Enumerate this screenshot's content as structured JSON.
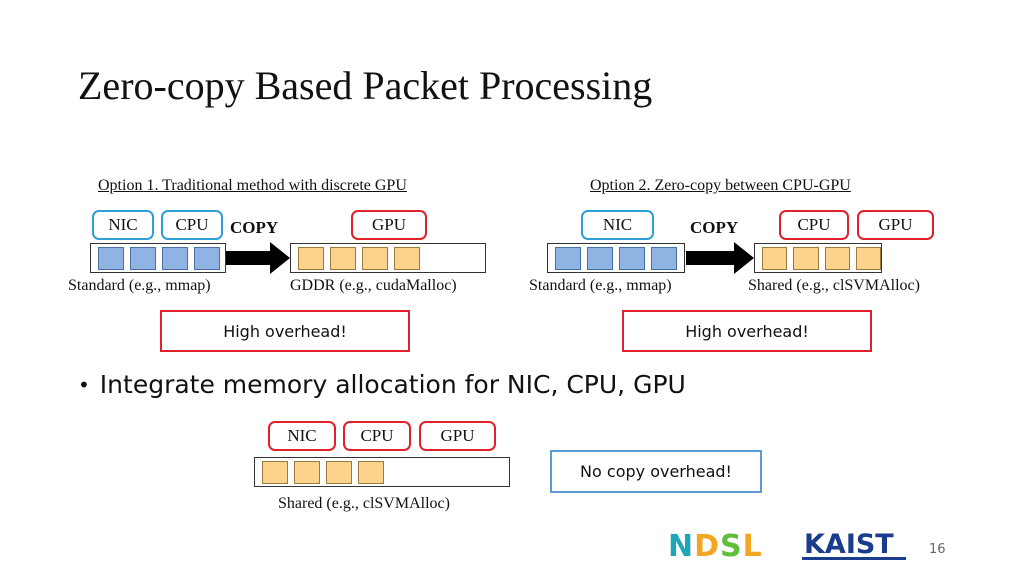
{
  "slide": {
    "title": "Zero-copy Based Packet Processing",
    "page_number": "16"
  },
  "option1": {
    "heading": "Option 1. Traditional method with discrete GPU",
    "left_labels": [
      "NIC",
      "CPU"
    ],
    "right_labels": [
      "GPU"
    ],
    "copy_label": "COPY",
    "left_caption": "Standard (e.g., mmap)",
    "right_caption": "GDDR (e.g., cudaMalloc)",
    "overhead": "High overhead!"
  },
  "option2": {
    "heading": "Option 2. Zero-copy between CPU-GPU",
    "left_labels": [
      "NIC"
    ],
    "right_labels": [
      "CPU",
      "GPU"
    ],
    "copy_label": "COPY",
    "left_caption": "Standard (e.g., mmap)",
    "right_caption": "Shared (e.g., clSVMAlloc)",
    "overhead": "High overhead!"
  },
  "bullet": {
    "text": "Integrate memory allocation for NIC, CPU, GPU"
  },
  "integrated": {
    "labels": [
      "NIC",
      "CPU",
      "GPU"
    ],
    "caption": "Shared (e.g., clSVMAlloc)",
    "result": "No copy overhead!"
  },
  "logos": {
    "ndsl": "NDSL",
    "kaist": "KAIST"
  },
  "colors": {
    "blue_border": "#2f9fd8",
    "red_border": "#e0202a",
    "blue_cell": "#8fb4e3",
    "orange_cell": "#fcd38d",
    "kaist_blue": "#1b3c8c"
  }
}
